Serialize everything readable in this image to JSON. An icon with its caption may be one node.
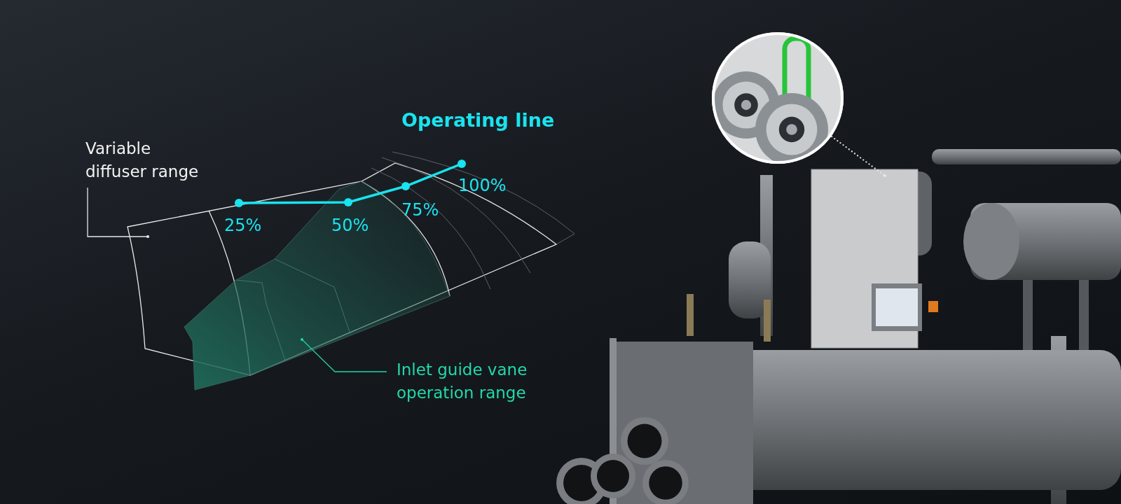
{
  "diagram": {
    "nodes": [
      {
        "text": [
          "Variable diffuser range"
        ]
      },
      {
        "text": [],
        "shape": "picture"
      },
      {
        "text": [
          "Inlet guide vane operation range"
        ]
      },
      {
        "text": [],
        "shape": "picture"
      },
      {
        "text": [],
        "shape": "picture"
      },
      {
        "text": [],
        "shape": "picture"
      }
    ],
    "edges": [
      {
        "from": 0,
        "to": 1,
        "arrow": "other"
      },
      {
        "from": 2,
        "to": 3,
        "arrow": "other",
        "color": "#1fd3a6"
      },
      {
        "from": 4,
        "to": 5,
        "arrow": "other",
        "style": "dashed"
      }
    ],
    "labels": [
      "Operating line",
      "25%",
      "50%",
      "75%",
      "100%"
    ]
  }
}
